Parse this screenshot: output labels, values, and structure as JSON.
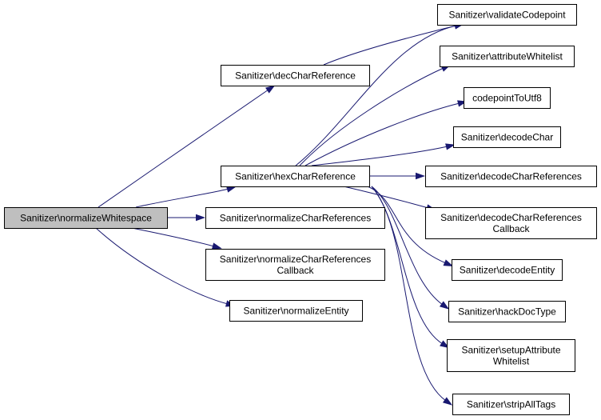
{
  "nodes": [
    {
      "id": "normalizeWhitespace",
      "lines": [
        "Sanitizer\\normalizeWhitespace"
      ],
      "root": true
    },
    {
      "id": "decCharReference",
      "lines": [
        "Sanitizer\\decCharReference"
      ]
    },
    {
      "id": "hexCharReference",
      "lines": [
        "Sanitizer\\hexCharReference"
      ]
    },
    {
      "id": "normalizeCharReferences",
      "lines": [
        "Sanitizer\\normalizeCharReferences"
      ]
    },
    {
      "id": "normalizeCharReferencesCallback",
      "lines": [
        "Sanitizer\\normalizeCharReferences",
        "Callback"
      ]
    },
    {
      "id": "normalizeEntity",
      "lines": [
        "Sanitizer\\normalizeEntity"
      ]
    },
    {
      "id": "validateCodepoint",
      "lines": [
        "Sanitizer\\validateCodepoint"
      ]
    },
    {
      "id": "attributeWhitelist",
      "lines": [
        "Sanitizer\\attributeWhitelist"
      ]
    },
    {
      "id": "codepointToUtf8",
      "lines": [
        "codepointToUtf8"
      ]
    },
    {
      "id": "decodeChar",
      "lines": [
        "Sanitizer\\decodeChar"
      ]
    },
    {
      "id": "decodeCharReferences",
      "lines": [
        "Sanitizer\\decodeCharReferences"
      ]
    },
    {
      "id": "decodeCharReferencesCallback",
      "lines": [
        "Sanitizer\\decodeCharReferences",
        "Callback"
      ]
    },
    {
      "id": "decodeEntity",
      "lines": [
        "Sanitizer\\decodeEntity"
      ]
    },
    {
      "id": "hackDocType",
      "lines": [
        "Sanitizer\\hackDocType"
      ]
    },
    {
      "id": "setupAttributeWhitelist",
      "lines": [
        "Sanitizer\\setupAttribute",
        "Whitelist"
      ]
    },
    {
      "id": "stripAllTags",
      "lines": [
        "Sanitizer\\stripAllTags"
      ]
    }
  ],
  "edges": [
    {
      "from": "normalizeWhitespace",
      "to": "decCharReference"
    },
    {
      "from": "normalizeWhitespace",
      "to": "hexCharReference"
    },
    {
      "from": "normalizeWhitespace",
      "to": "normalizeCharReferences"
    },
    {
      "from": "normalizeWhitespace",
      "to": "normalizeCharReferencesCallback"
    },
    {
      "from": "normalizeWhitespace",
      "to": "normalizeEntity"
    },
    {
      "from": "decCharReference",
      "to": "validateCodepoint"
    },
    {
      "from": "hexCharReference",
      "to": "validateCodepoint"
    },
    {
      "from": "hexCharReference",
      "to": "attributeWhitelist"
    },
    {
      "from": "hexCharReference",
      "to": "codepointToUtf8"
    },
    {
      "from": "hexCharReference",
      "to": "decodeChar"
    },
    {
      "from": "hexCharReference",
      "to": "decodeCharReferences"
    },
    {
      "from": "hexCharReference",
      "to": "decodeCharReferencesCallback"
    },
    {
      "from": "hexCharReference",
      "to": "decodeEntity"
    },
    {
      "from": "hexCharReference",
      "to": "hackDocType"
    },
    {
      "from": "hexCharReference",
      "to": "setupAttributeWhitelist"
    },
    {
      "from": "hexCharReference",
      "to": "stripAllTags"
    }
  ],
  "colors": {
    "edge": "#191970",
    "root_fill": "#bfbfbf",
    "node_fill": "#ffffff",
    "node_border": "#000000"
  }
}
